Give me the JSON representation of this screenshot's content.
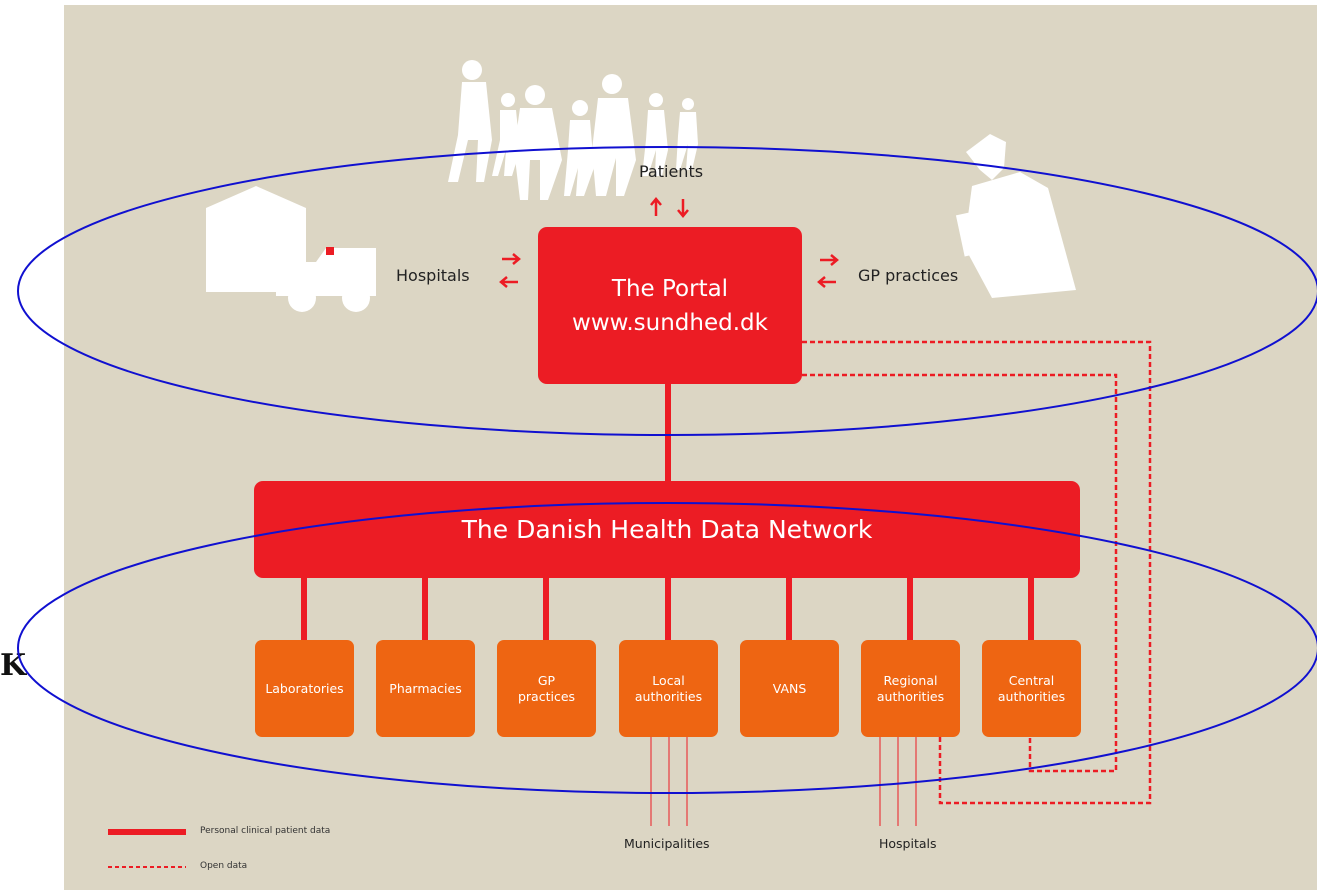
{
  "stray_glyph": "K",
  "patients_label": "Patients",
  "hospitals_label": "Hospitals",
  "gp_practices_label": "GP practices",
  "portal": {
    "title": "The Portal",
    "url": "www.sundhed.dk"
  },
  "network_title": "The Danish Health Data Network",
  "nodes": [
    {
      "label": "Laboratories"
    },
    {
      "label": "Pharmacies"
    },
    {
      "label": "GP\npractices"
    },
    {
      "label": "Local\nauthorities"
    },
    {
      "label": "VANS"
    },
    {
      "label": "Regional\nauthorities"
    },
    {
      "label": "Central\nauthorities"
    }
  ],
  "municipalities_label": "Municipalities",
  "hospitals_bottom_label": "Hospitals",
  "legend": {
    "solid": "Personal clinical patient data",
    "dashed": "Open data"
  },
  "colors": {
    "panel": "#dcd6c4",
    "red": "#ec1c24",
    "orange": "#ee6512",
    "ellipse": "#1010d0",
    "silhouette": "#ffffff"
  }
}
